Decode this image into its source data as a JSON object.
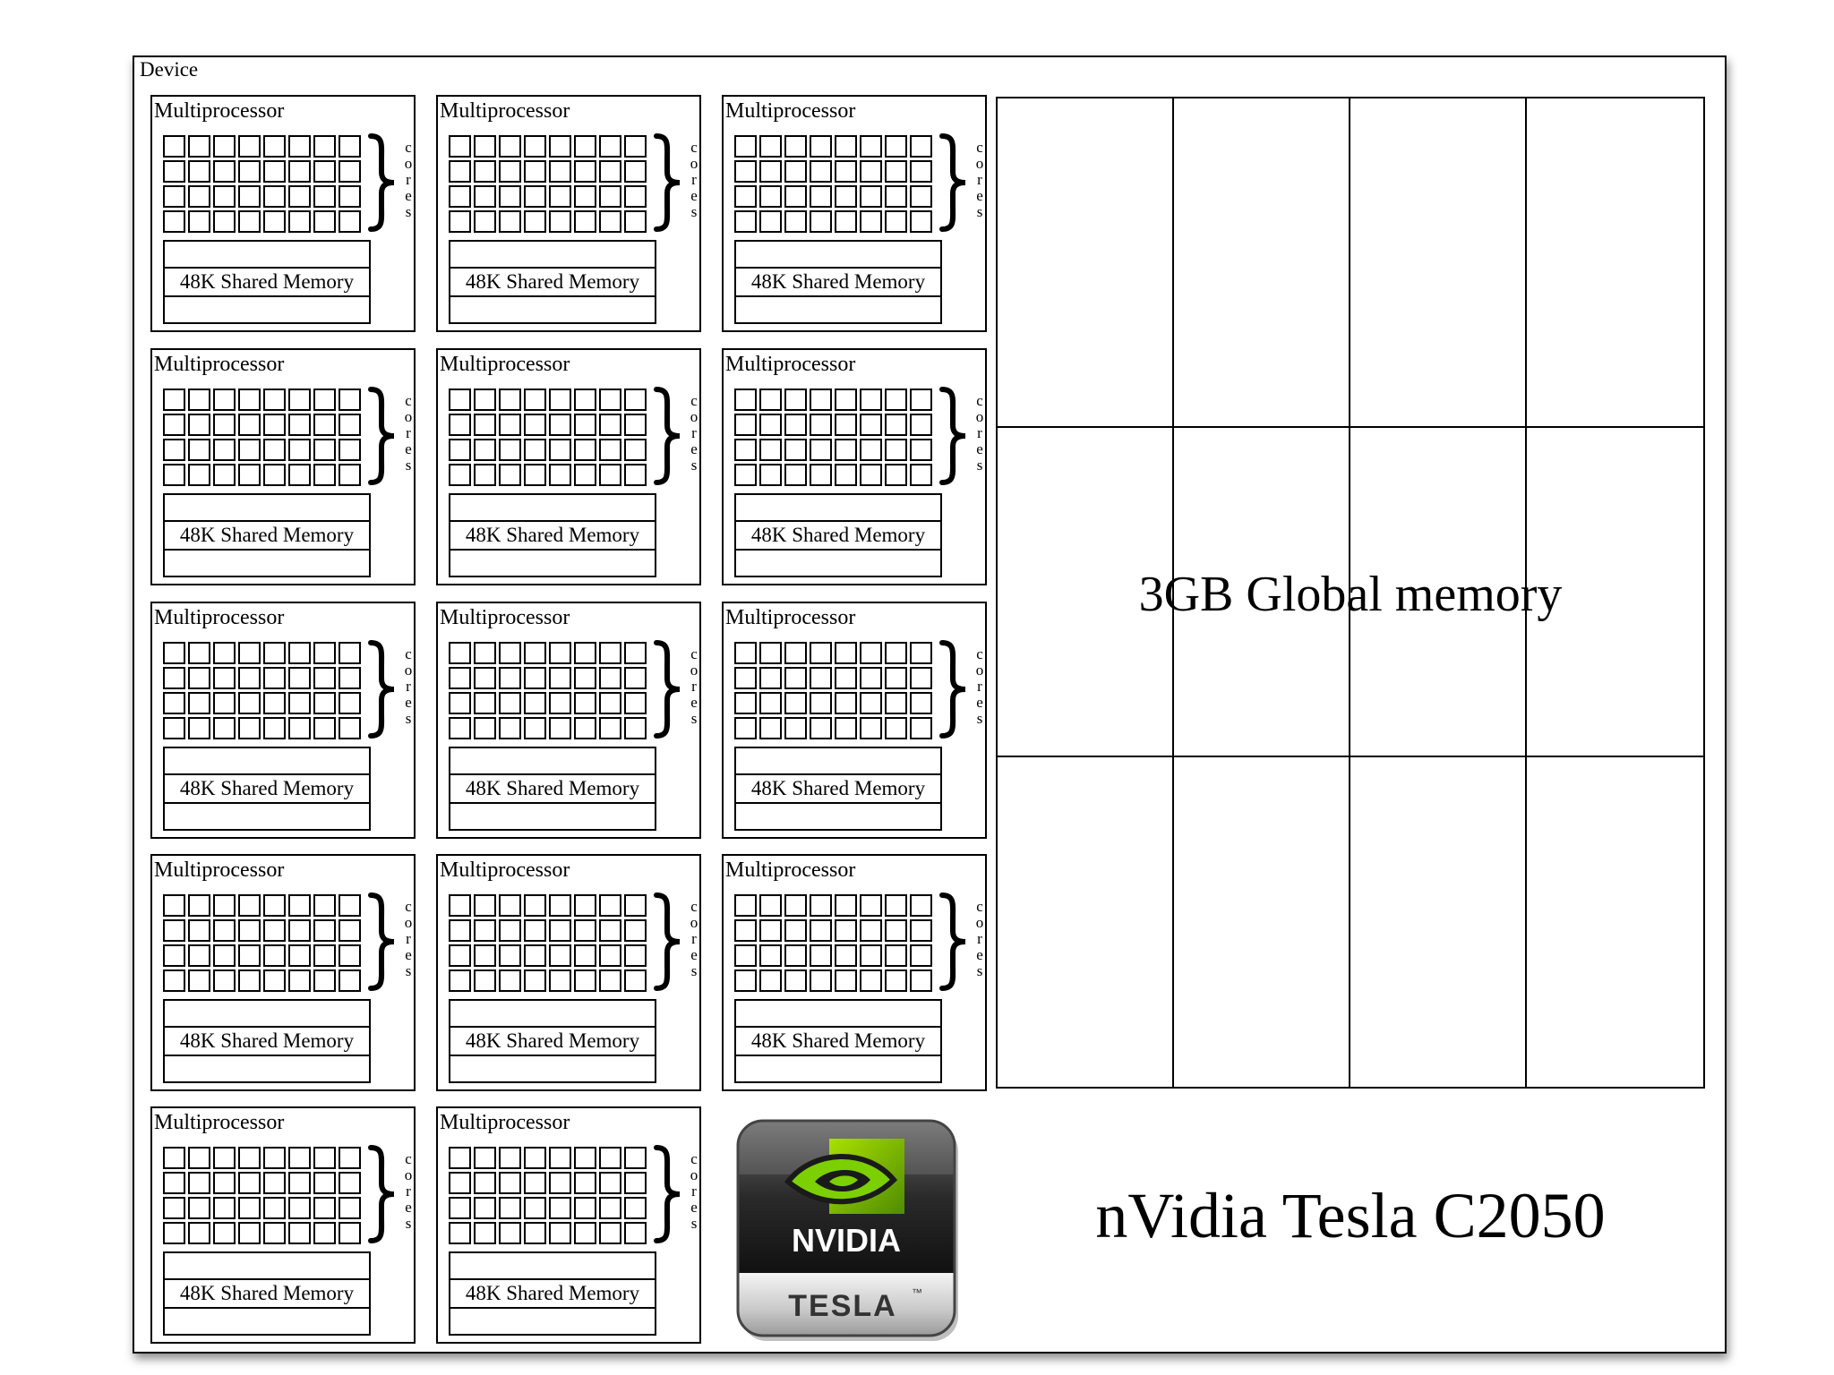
{
  "device": {
    "label": "Device"
  },
  "multiprocessor": {
    "title": "Multiprocessor",
    "cores_label": [
      "c",
      "o",
      "r",
      "e",
      "s"
    ],
    "cores_per_mp": 32,
    "shared_memory_label": "48K Shared Memory",
    "count": 14
  },
  "global_memory": {
    "label": "3GB Global memory"
  },
  "product": {
    "name": "nVidia Tesla C2050"
  },
  "logo": {
    "brand_text": "NVIDIA",
    "product_text": "TESLA",
    "trademark": "™",
    "accent_color": "#76b900"
  },
  "colors": {
    "line": "#000000",
    "background": "#ffffff"
  }
}
